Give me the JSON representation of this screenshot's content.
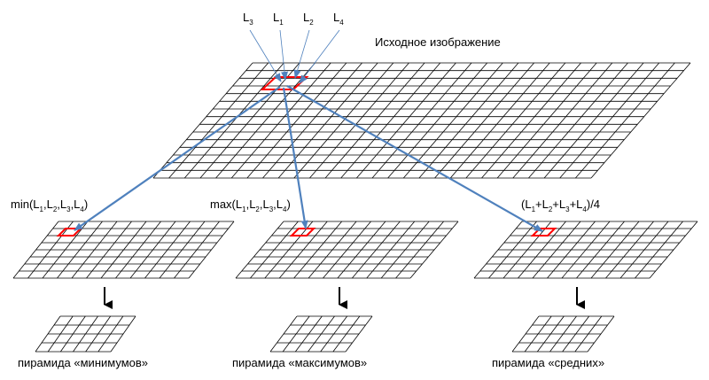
{
  "source_label": "Исходное изображение",
  "pixel_labels": [
    {
      "base": "L",
      "sub": "3"
    },
    {
      "base": "L",
      "sub": "1"
    },
    {
      "base": "L",
      "sub": "2"
    },
    {
      "base": "L",
      "sub": "4"
    }
  ],
  "formulas": {
    "min": {
      "pre": "min(",
      "post": ")"
    },
    "max": {
      "pre": "max(",
      "post": ")"
    },
    "avg": {
      "text": "(L1+L2+L3+L4)/4"
    }
  },
  "captions": {
    "min": "пирамида «минимумов»",
    "max": "пирамида «максимумов»",
    "avg": "пирамида «средних»"
  },
  "colors": {
    "grid": "#000000",
    "highlight": "#ff0000",
    "arrow": "#4f81bd"
  }
}
